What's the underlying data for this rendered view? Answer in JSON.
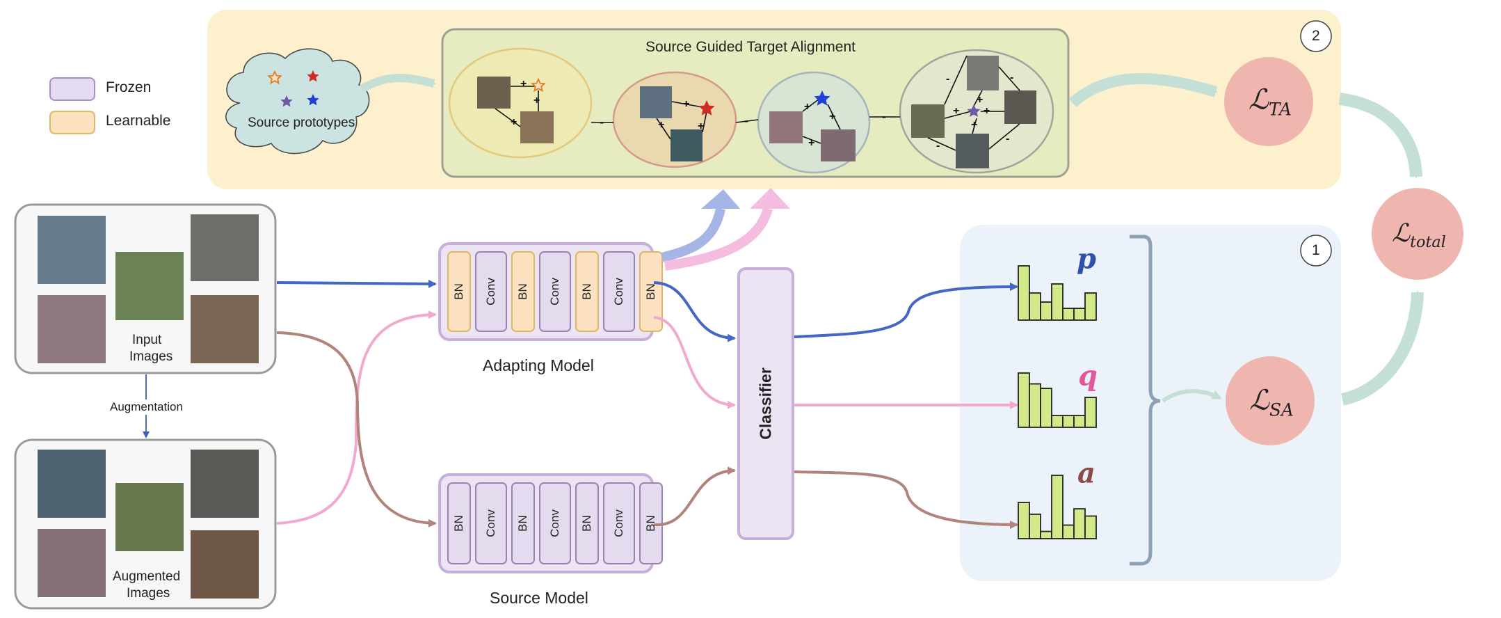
{
  "legend": {
    "frozen": "Frozen",
    "learnable": "Learnable",
    "frozen_color": "#e4dcee",
    "learnable_color": "#fde2c2"
  },
  "colors": {
    "ta_panel": "#fdf0cd",
    "sa_panel": "#ecf2fa",
    "alignment_box": "#e6ecbf",
    "loss_circle": "#eeb6ae",
    "histogram_bar": "#d3ea8a",
    "arrow_blue": "#4466c4",
    "arrow_pink": "#f2a9d0",
    "arrow_brown": "#b0837b",
    "arrow_mint": "#c4e0d6"
  },
  "ta_panel": {
    "badge": "2",
    "source_prototypes": "Source prototypes",
    "alignment_title": "Source Guided Target Alignment",
    "loss": {
      "symbol": "ℒ",
      "subscript": "TA"
    }
  },
  "inputs": {
    "input_images": [
      "Input",
      "Images"
    ],
    "augmentation": "Augmentation",
    "augmented_images": [
      "Augmented",
      "Images"
    ]
  },
  "adapting_model": {
    "title": "Adapting Model",
    "layers": [
      "BN",
      "Conv",
      "BN",
      "Conv",
      "BN",
      "Conv",
      "BN"
    ]
  },
  "source_model": {
    "title": "Source Model",
    "layers": [
      "BN",
      "Conv",
      "BN",
      "Conv",
      "BN",
      "Conv",
      "BN"
    ]
  },
  "classifier": "Classifier",
  "sa_panel": {
    "badge": "1",
    "distributions": [
      {
        "label": "p",
        "color": "#2e50a8",
        "values": [
          6,
          3,
          2,
          4,
          1.3,
          1.3,
          3
        ]
      },
      {
        "label": "q",
        "color": "#e0589a",
        "values": [
          6,
          4.8,
          4.3,
          1.3,
          1.3,
          1.3,
          3.3
        ]
      },
      {
        "label": "a",
        "color": "#8e4a46",
        "values": [
          4,
          2.7,
          0.8,
          7,
          1.5,
          3.3,
          2.5
        ]
      }
    ],
    "loss": {
      "symbol": "ℒ",
      "subscript": "SA"
    }
  },
  "total_loss": {
    "symbol": "ℒ",
    "subscript": "total"
  }
}
